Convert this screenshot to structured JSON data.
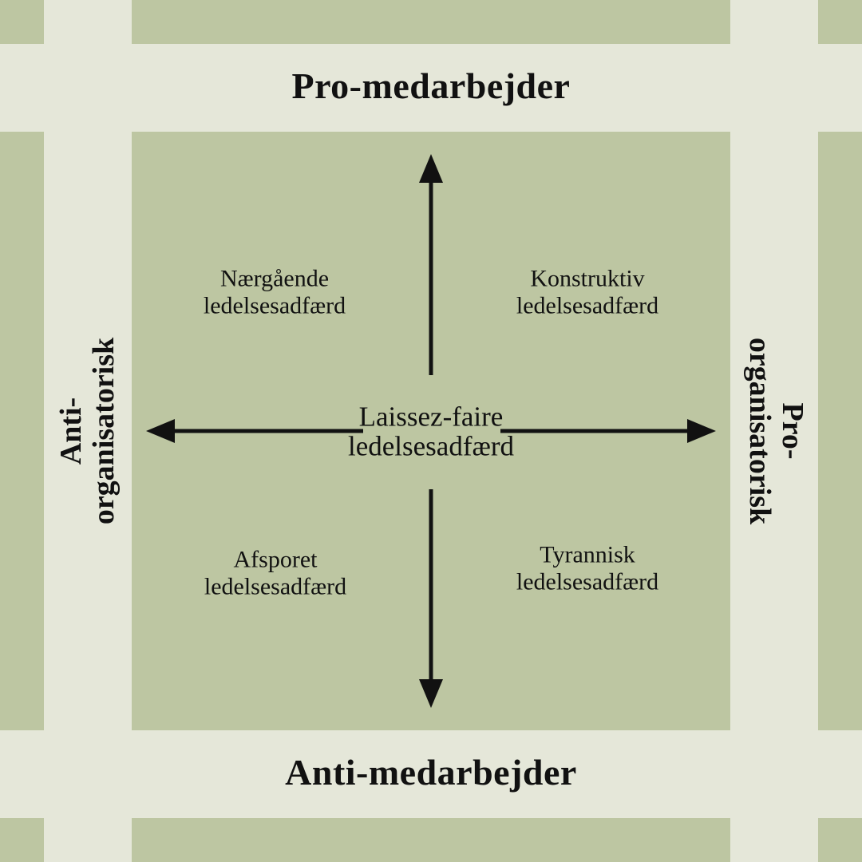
{
  "colors": {
    "background": "#e5e7d9",
    "tile": "#bdc6a2",
    "ink": "#111111"
  },
  "axes": {
    "top_label": "Pro-medarbejder",
    "bottom_label": "Anti-medarbejder",
    "left_label_line1": "Anti-",
    "left_label_line2": "organisatorisk",
    "right_label_line1": "Pro-",
    "right_label_line2": "organisatorisk"
  },
  "quadrants": {
    "top_left": {
      "line1": "Nærgående",
      "line2": "ledelsesadfærd"
    },
    "top_right": {
      "line1": "Konstruktiv",
      "line2": "ledelsesadfærd"
    },
    "bottom_left": {
      "line1": "Afsporet",
      "line2": "ledelsesadfærd"
    },
    "bottom_right": {
      "line1": "Tyrannisk",
      "line2": "ledelsesadfærd"
    }
  },
  "center": {
    "line1": "Laissez-faire",
    "line2": "ledelsesadfærd"
  }
}
